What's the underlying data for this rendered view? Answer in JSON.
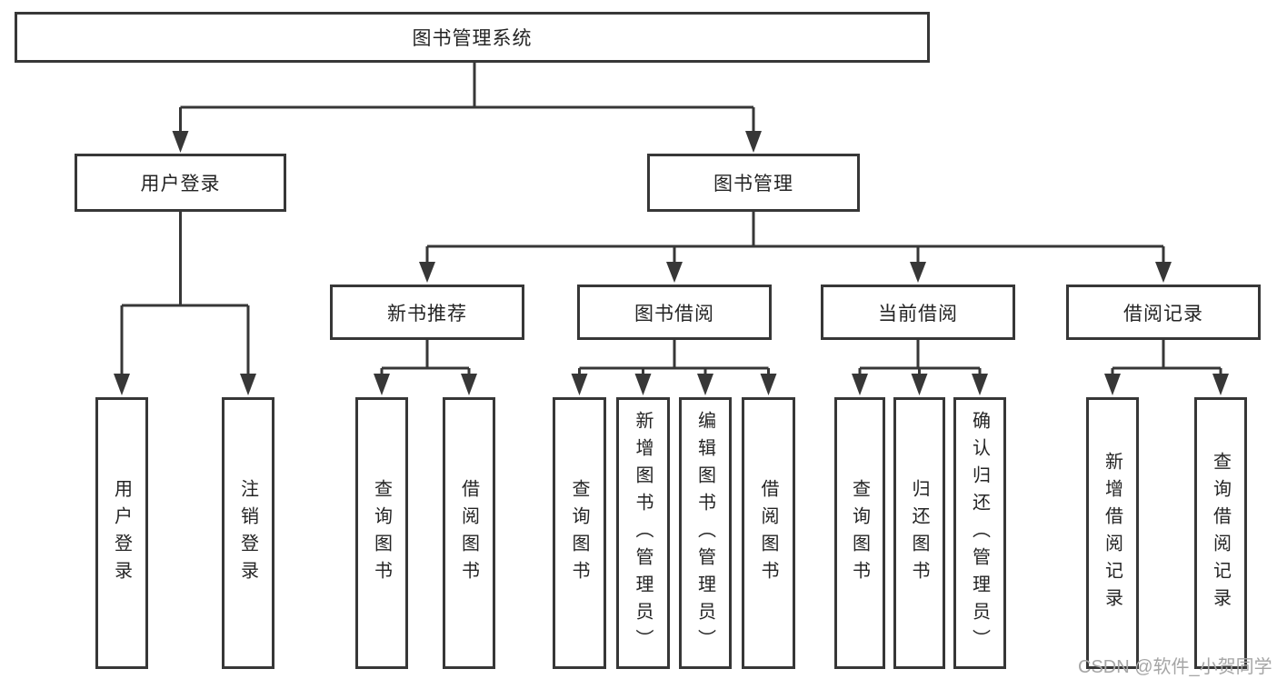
{
  "tree": {
    "root": "图书管理系统",
    "user_login": {
      "label": "用户登录",
      "children": [
        "用户登录",
        "注销登录"
      ]
    },
    "book_mgmt": {
      "label": "图书管理",
      "sections": [
        {
          "label": "新书推荐",
          "children": [
            "查询图书",
            "借阅图书"
          ]
        },
        {
          "label": "图书借阅",
          "children": [
            "查询图书",
            "新增图书（管理员）",
            "编辑图书（管理员）",
            "借阅图书"
          ]
        },
        {
          "label": "当前借阅",
          "children": [
            "查询图书",
            "归还图书",
            "确认归还（管理员）"
          ]
        },
        {
          "label": "借阅记录",
          "children": [
            "新增借阅记录",
            "查询借阅记录"
          ]
        }
      ]
    }
  },
  "watermark": "CSDN @软件_小贺同学",
  "colors": {
    "line": "#373737",
    "box_border": "#373737",
    "text": "#242424",
    "watermark": "#a6a6a6",
    "background": "#ffffff"
  }
}
